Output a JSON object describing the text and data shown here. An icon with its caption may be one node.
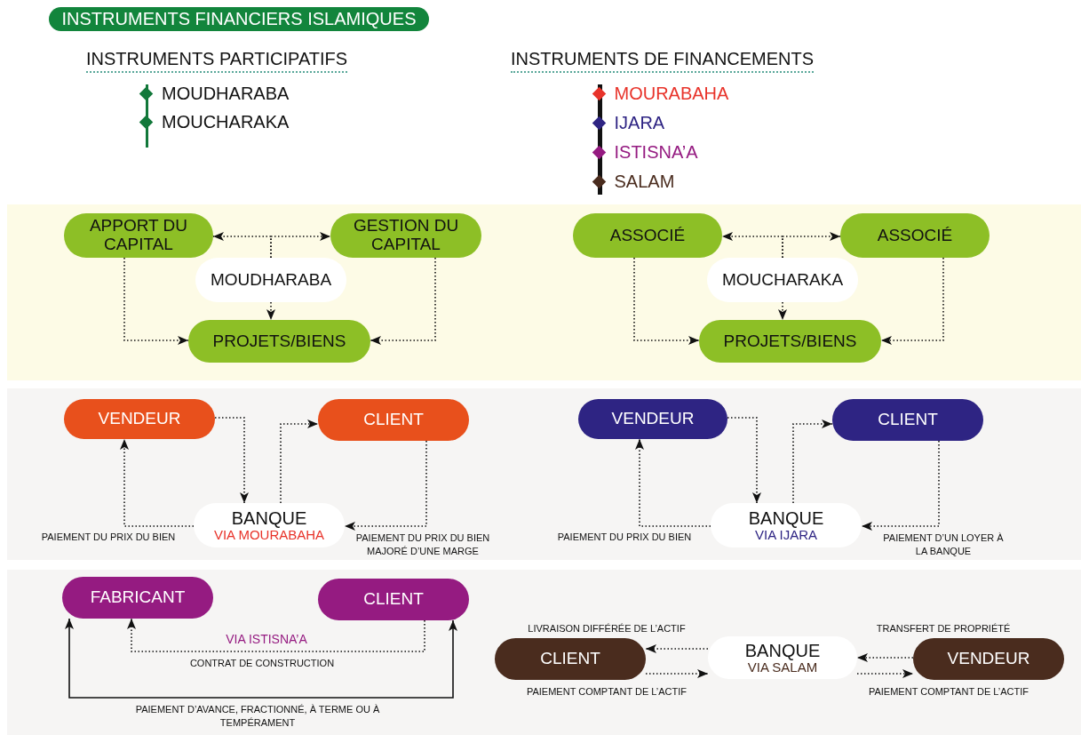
{
  "diagram": {
    "title": "INSTRUMENTS FINANCIERS ISLAMIQUES",
    "nodes": [
      {
        "text": [
          "APPORT DU CAPITAL"
        ]
      },
      {
        "text": [
          "GESTION DU CAPITAL"
        ]
      },
      {
        "text": [
          "MOUDHARABA"
        ]
      },
      {
        "text": [
          "PROJETS/BIENS"
        ]
      },
      {
        "text": [
          "ASSOCIÉ"
        ]
      },
      {
        "text": [
          "ASSOCIÉ"
        ]
      },
      {
        "text": [
          "MOUCHARAKA"
        ]
      },
      {
        "text": [
          "PROJETS/BIENS"
        ]
      },
      {
        "text": [
          "VENDEUR"
        ]
      },
      {
        "text": [
          "CLIENT"
        ]
      },
      {
        "text": [
          "BANQUE",
          "VIA MOURABAHA"
        ]
      },
      {
        "text": [
          "VENDEUR"
        ]
      },
      {
        "text": [
          "CLIENT"
        ]
      },
      {
        "text": [
          "BANQUE",
          "VIA IJARA"
        ]
      },
      {
        "text": [
          "FABRICANT"
        ]
      },
      {
        "text": [
          "CLIENT"
        ]
      },
      {
        "text": [
          "CLIENT"
        ]
      },
      {
        "text": [
          "BANQUE",
          "VIA SALAM"
        ]
      },
      {
        "text": [
          "VENDEUR"
        ]
      }
    ],
    "edges": [
      {
        "from": 2,
        "to": 0,
        "arrow": "to",
        "style": "dashed"
      },
      {
        "from": 2,
        "to": 1,
        "arrow": "to",
        "style": "dashed"
      },
      {
        "from": 2,
        "to": 3,
        "arrow": "to",
        "style": "dashed"
      },
      {
        "from": 0,
        "to": 3,
        "arrow": "to",
        "style": "dashed"
      },
      {
        "from": 1,
        "to": 3,
        "arrow": "to",
        "style": "dashed"
      },
      {
        "from": 6,
        "to": 4,
        "arrow": "to",
        "style": "dashed"
      },
      {
        "from": 6,
        "to": 5,
        "arrow": "to",
        "style": "dashed"
      },
      {
        "from": 6,
        "to": 7,
        "arrow": "to",
        "style": "dashed"
      },
      {
        "from": 4,
        "to": 7,
        "arrow": "to",
        "style": "dashed"
      },
      {
        "from": 5,
        "to": 7,
        "arrow": "to",
        "style": "dashed"
      },
      {
        "from": 8,
        "to": 10,
        "arrow": "to",
        "style": "dashed"
      },
      {
        "from": 10,
        "to": 9,
        "arrow": "to",
        "style": "dashed"
      },
      {
        "from": 9,
        "to": 10,
        "arrow": "to",
        "style": "dashed",
        "label": "PAIEMENT DU PRIX DU BIEN MAJORÉ D’UNE MARGE"
      },
      {
        "from": 10,
        "to": 8,
        "arrow": "to",
        "style": "dashed",
        "label": "PAIEMENT DU PRIX DU BIEN"
      },
      {
        "from": 11,
        "to": 13,
        "arrow": "to",
        "style": "dashed"
      },
      {
        "from": 13,
        "to": 12,
        "arrow": "to",
        "style": "dashed"
      },
      {
        "from": 12,
        "to": 13,
        "arrow": "to",
        "style": "dashed",
        "label": "PAIEMENT D’UN LOYER À LA BANQUE"
      },
      {
        "from": 13,
        "to": 11,
        "arrow": "to",
        "style": "dashed",
        "label": "PAIEMENT DU PRIX DU BIEN"
      },
      {
        "from": 15,
        "to": 14,
        "arrow": "to",
        "style": "dashed",
        "label": "CONTRAT DE CONSTRUCTION"
      },
      {
        "from": 14,
        "to": 15,
        "arrow": "both",
        "label": "PAIEMENT D’AVANCE, FRACTIONNÉ, À TERME OU À TEMPÉRAMENT"
      },
      {
        "from": 17,
        "to": 16,
        "arrow": "to",
        "style": "dashed",
        "label": "LIVRAISON DIFFÉRÉE DE L’ACTIF"
      },
      {
        "from": 16,
        "to": 17,
        "arrow": "to",
        "style": "dashed",
        "label": "PAIEMENT COMPTANT DE L’ACTIF"
      },
      {
        "from": 18,
        "to": 17,
        "arrow": "to",
        "style": "dashed",
        "label": "TRANSFERT DE PROPRIÉTÉ"
      },
      {
        "from": 17,
        "to": 18,
        "arrow": "to",
        "style": "dashed",
        "label": "PAIEMENT COMPTANT DE L’ACTIF"
      }
    ],
    "labels": [
      "INSTRUMENTS PARTICIPATIFS",
      "INSTRUMENTS DE FINANCEMENTS",
      "VIA ISTISNA’A"
    ],
    "legend": [
      {
        "text": "MOUDHARABA",
        "color": "#12783a"
      },
      {
        "text": "MOUCHARAKA",
        "color": "#12783a"
      },
      {
        "text": "MOURABAHA",
        "color": "#e8332a"
      },
      {
        "text": "IJARA",
        "color": "#2e2483"
      },
      {
        "text": "ISTISNA’A",
        "color": "#951b81"
      },
      {
        "text": "SALAM",
        "color": "#4a2c1e"
      }
    ]
  }
}
